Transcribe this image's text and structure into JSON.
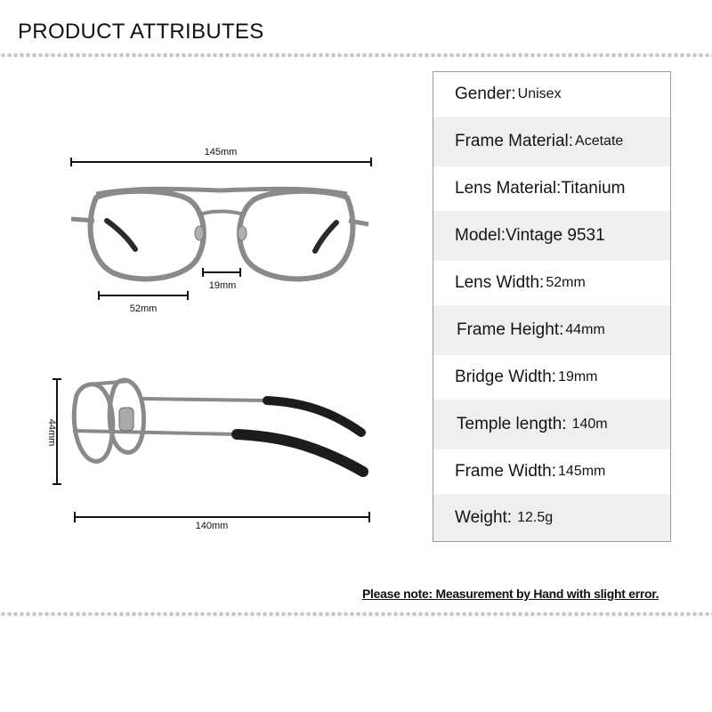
{
  "header": {
    "title": "PRODUCT ATTRIBUTES"
  },
  "diagram": {
    "front_width_label": "145mm",
    "bridge_label": "19mm",
    "lens_width_label": "52mm",
    "height_label": "44mm",
    "temple_label": "140mm"
  },
  "specs": [
    {
      "label": "Gender:",
      "value": "Unisex"
    },
    {
      "label": "Frame Material:",
      "value": "Acetate"
    },
    {
      "label": "Lens Material:",
      "value": "Titanium"
    },
    {
      "label": "Model:",
      "value": "Vintage 9531"
    },
    {
      "label": "Lens Width:",
      "value": "52mm"
    },
    {
      "label": "Frame Height:",
      "value": "44mm"
    },
    {
      "label": "Bridge Width:",
      "value": "19mm"
    },
    {
      "label": "Temple length:",
      "value": "140m"
    },
    {
      "label": "Frame Width:",
      "value": "145mm"
    },
    {
      "label": "Weight:",
      "value": "12.5g"
    }
  ],
  "footer": {
    "note": "Please note: Measurement by Hand with slight error."
  },
  "colors": {
    "frame": "#8a8a8a",
    "row_shade": "#efefef",
    "border": "#9a9a9a"
  }
}
